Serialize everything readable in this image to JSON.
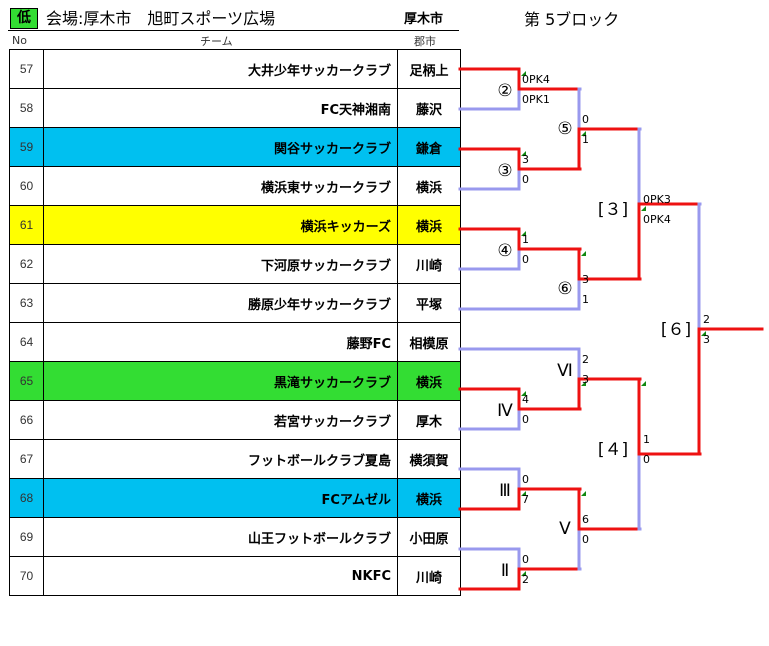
{
  "header": {
    "level_badge": "低",
    "venue": "会場:厚木市　旭町スポーツ広場",
    "city": "厚木市",
    "block": "第 5ブロック",
    "col_no": "No",
    "col_team": "チーム",
    "col_pref": "郡市"
  },
  "colors": {
    "line_red": "#ee1111",
    "line_blue": "#9999ee",
    "row_cyan": "#00c0f0",
    "row_yellow": "#ffff00",
    "row_green": "#33dd33"
  },
  "teams": [
    {
      "no": "57",
      "name": "大井少年サッカークラブ",
      "pref": "足柄上",
      "bg": "#ffffff"
    },
    {
      "no": "58",
      "name": "FC天神湘南",
      "pref": "藤沢",
      "bg": "#ffffff"
    },
    {
      "no": "59",
      "name": "関谷サッカークラブ",
      "pref": "鎌倉",
      "bg": "#00c0f0"
    },
    {
      "no": "60",
      "name": "横浜東サッカークラブ",
      "pref": "横浜",
      "bg": "#ffffff"
    },
    {
      "no": "61",
      "name": "横浜キッカーズ",
      "pref": "横浜",
      "bg": "#ffff00"
    },
    {
      "no": "62",
      "name": "下河原サッカークラブ",
      "pref": "川崎",
      "bg": "#ffffff"
    },
    {
      "no": "63",
      "name": "勝原少年サッカークラブ",
      "pref": "平塚",
      "bg": "#ffffff"
    },
    {
      "no": "64",
      "name": "藤野FC",
      "pref": "相模原",
      "bg": "#ffffff"
    },
    {
      "no": "65",
      "name": "黒滝サッカークラブ",
      "pref": "横浜",
      "bg": "#33dd33"
    },
    {
      "no": "66",
      "name": "若宮サッカークラブ",
      "pref": "厚木",
      "bg": "#ffffff"
    },
    {
      "no": "67",
      "name": "フットボールクラブ夏島",
      "pref": "横須賀",
      "bg": "#ffffff"
    },
    {
      "no": "68",
      "name": "FCアムゼル",
      "pref": "横浜",
      "bg": "#00c0f0"
    },
    {
      "no": "69",
      "name": "山王フットボールクラブ",
      "pref": "小田原",
      "bg": "#ffffff"
    },
    {
      "no": "70",
      "name": "NKFC",
      "pref": "川崎",
      "bg": "#ffffff"
    }
  ],
  "matches": [
    {
      "id": "m1",
      "label": "②",
      "top": "0PK4",
      "bottom": "0PK1",
      "winner": "top"
    },
    {
      "id": "m2",
      "label": "③",
      "top": "3",
      "bottom": "0",
      "winner": "top"
    },
    {
      "id": "m3",
      "label": "④",
      "top": "1",
      "bottom": "0",
      "winner": "top"
    },
    {
      "id": "m4",
      "label": "⑤",
      "top": "0",
      "bottom": "1",
      "winner": "bottom"
    },
    {
      "id": "m5",
      "label": "⑥",
      "top": "3",
      "bottom": "1",
      "winner": "top"
    },
    {
      "id": "m6",
      "label": "[３]",
      "top": "0PK3",
      "bottom": "0PK4",
      "winner": "bottom"
    },
    {
      "id": "m7",
      "label": "Ⅵ",
      "top": "2",
      "bottom": "3",
      "winner": "bottom"
    },
    {
      "id": "m8",
      "label": "Ⅳ",
      "top": "4",
      "bottom": "0",
      "winner": "top"
    },
    {
      "id": "m9",
      "label": "Ⅲ",
      "top": "0",
      "bottom": "7",
      "winner": "bottom"
    },
    {
      "id": "m10",
      "label": "Ⅴ",
      "top": "6",
      "bottom": "0",
      "winner": "top"
    },
    {
      "id": "m11",
      "label": "Ⅱ",
      "top": "0",
      "bottom": "2",
      "winner": "bottom"
    },
    {
      "id": "m12",
      "label": "[４]",
      "top": "1",
      "bottom": "0",
      "winner": "top"
    },
    {
      "id": "m13",
      "label": "[６]",
      "top": "2",
      "bottom": "3",
      "winner": "bottom"
    }
  ]
}
